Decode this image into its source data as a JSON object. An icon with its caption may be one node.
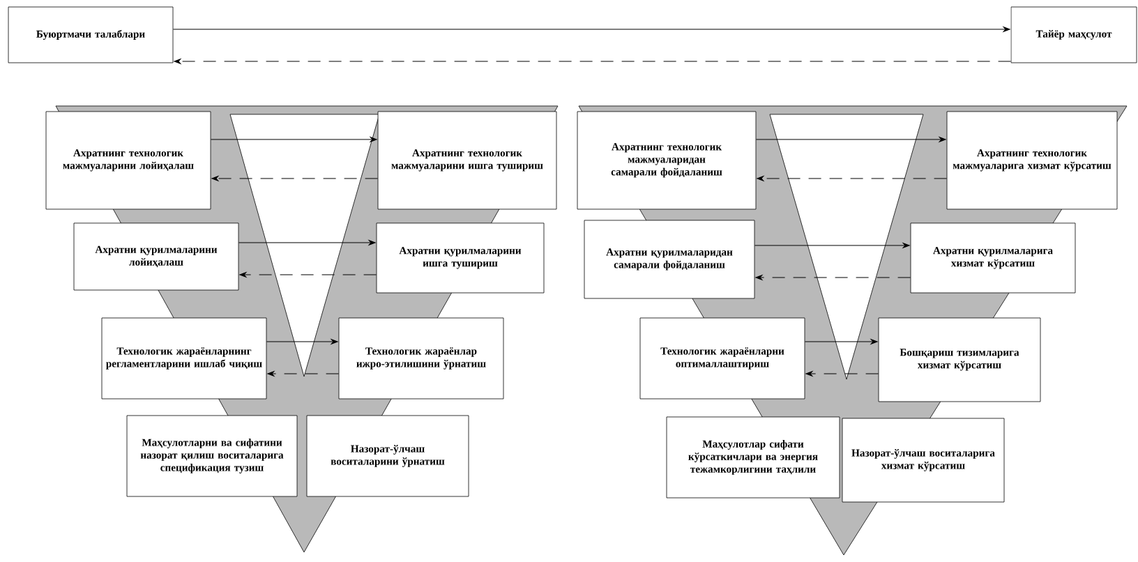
{
  "diagram": {
    "nodes": [
      {
        "text": [
          "Буюртмачи талаблари"
        ]
      },
      {
        "text": [
          "Тайёр маҳсулот"
        ]
      },
      {
        "text": [
          "Ахратнинг технологик мажмуаларини лойиҳалаш"
        ]
      },
      {
        "text": [
          "Ахратнинг технологик мажмуаларини ишга тушириш"
        ]
      },
      {
        "text": [
          "Ахратни қурилмаларини лойиҳалаш"
        ]
      },
      {
        "text": [
          "Ахратни қурилмаларини ишга тушириш"
        ]
      },
      {
        "text": [
          "Технологик жараёнларнинг регламентларини ишлаб чиқиш"
        ]
      },
      {
        "text": [
          "Технологик жараёнлар ижро-этилишини ўрнатиш"
        ]
      },
      {
        "text": [
          "Маҳсулотларни ва сифатини назорат қилиш воситаларига спецификация тузиш"
        ]
      },
      {
        "text": [
          "Назорат-ўлчаш воситаларини ўрнатиш"
        ]
      },
      {
        "text": [
          "Ахратнинг технологик мажмуаларидан самарали фойдаланиш"
        ]
      },
      {
        "text": [
          "Ахратнинг технологик мажмуаларига хизмат кўрсатиш"
        ]
      },
      {
        "text": [
          "Ахратни қурилмаларидан самарали фойдаланиш"
        ]
      },
      {
        "text": [
          "Ахратни қурилмаларига хизмат кўрсатиш"
        ]
      },
      {
        "text": [
          "Технологик жараёнларни оптималлаштириш"
        ]
      },
      {
        "text": [
          "Бошқариш тизимларига хизмат кўрсатиш"
        ]
      },
      {
        "text": [
          "Маҳсулотлар сифати кўрсаткичлари ва энергия тежамкорлигини таҳлили"
        ]
      },
      {
        "text": [
          "Назорат-ўлчаш воситаларига хизмат кўрсатиш"
        ]
      }
    ],
    "edges": [
      {
        "from": 0,
        "to": 1,
        "arrow": "to"
      },
      {
        "from": 1,
        "to": 0,
        "arrow": "to",
        "style": "dashed"
      },
      {
        "from": 2,
        "to": 3,
        "arrow": "to"
      },
      {
        "from": 3,
        "to": 2,
        "arrow": "to",
        "style": "dashed"
      },
      {
        "from": 4,
        "to": 5,
        "arrow": "to"
      },
      {
        "from": 5,
        "to": 4,
        "arrow": "to",
        "style": "dashed"
      },
      {
        "from": 6,
        "to": 7,
        "arrow": "to"
      },
      {
        "from": 7,
        "to": 6,
        "arrow": "to",
        "style": "dashed"
      },
      {
        "from": 10,
        "to": 11,
        "arrow": "to"
      },
      {
        "from": 11,
        "to": 10,
        "arrow": "to",
        "style": "dashed"
      },
      {
        "from": 12,
        "to": 13,
        "arrow": "to"
      },
      {
        "from": 13,
        "to": 12,
        "arrow": "to",
        "style": "dashed"
      },
      {
        "from": 14,
        "to": 15,
        "arrow": "to"
      },
      {
        "from": 15,
        "to": 14,
        "arrow": "to",
        "style": "dashed"
      }
    ]
  }
}
